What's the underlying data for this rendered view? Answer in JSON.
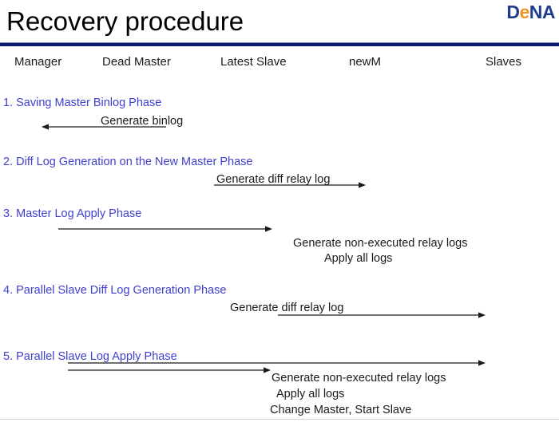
{
  "slide": {
    "title": "Recovery procedure",
    "logo": {
      "part1": "D",
      "part2": "e",
      "part3": "NA",
      "full": "DeNA"
    },
    "accent_color": "#0d1a6e",
    "heading_color": "#4040d0",
    "logo_blue": "#1f3d8c",
    "logo_orange": "#f0941e"
  },
  "actors": [
    {
      "name": "manager",
      "label": "Manager"
    },
    {
      "name": "dead-master",
      "label": "Dead Master"
    },
    {
      "name": "latest-slave",
      "label": "Latest Slave"
    },
    {
      "name": "new-master",
      "label": "newM"
    },
    {
      "name": "slaves",
      "label": "Slaves"
    }
  ],
  "phases": [
    {
      "number": "1",
      "heading": "1. Saving Master Binlog Phase",
      "labels": [
        "Generate binlog"
      ],
      "arrows": [
        {
          "direction": "left"
        }
      ]
    },
    {
      "number": "2",
      "heading": "2. Diff Log Generation on the New Master Phase",
      "labels": [
        "Generate diff relay log"
      ],
      "arrows": [
        {
          "direction": "right"
        }
      ]
    },
    {
      "number": "3",
      "heading": "3. Master Log Apply Phase",
      "labels": [
        "Generate non-executed relay logs",
        "Apply all logs"
      ],
      "arrows": [
        {
          "direction": "right"
        }
      ]
    },
    {
      "number": "4",
      "heading": "4. Parallel Slave Diff Log Generation Phase",
      "labels": [
        "Generate diff relay log"
      ],
      "arrows": [
        {
          "direction": "right"
        }
      ]
    },
    {
      "number": "5",
      "heading": "5. Parallel Slave Log Apply Phase",
      "labels": [
        "Generate non-executed relay logs",
        "Apply all logs",
        "Change Master, Start Slave"
      ],
      "arrows": [
        {
          "direction": "right"
        },
        {
          "direction": "right"
        }
      ]
    }
  ]
}
